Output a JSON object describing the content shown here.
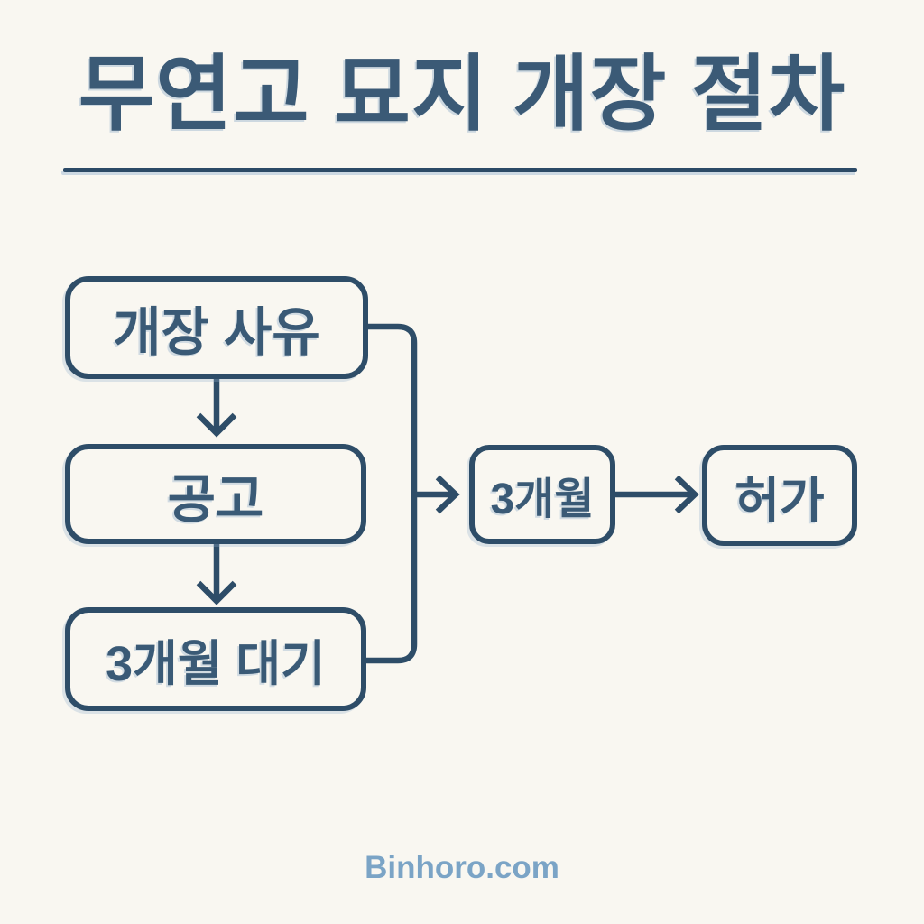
{
  "page": {
    "title": "무연고 묘지 개장 절차",
    "footer": "Binhoro.com"
  },
  "colors": {
    "background": "#f9f7f1",
    "stroke": "#2e4d68",
    "box_border": "#2e4d68",
    "box_text": "#3a5a76",
    "title_text": "#3b5a76",
    "underline": "#2c4a66",
    "footer_text": "#7ba4c6",
    "emboss_highlight": "#96b2cd"
  },
  "flowchart": {
    "nodes": [
      {
        "id": "open-reason",
        "label": "개장 사유"
      },
      {
        "id": "notice",
        "label": "공고"
      },
      {
        "id": "wait-3-months",
        "label": "3개월 대기"
      },
      {
        "id": "3-months",
        "label": "3개월"
      },
      {
        "id": "permit",
        "label": "허가"
      }
    ],
    "edges": [
      {
        "from": "open-reason",
        "to": "notice",
        "type": "arrow-down"
      },
      {
        "from": "notice",
        "to": "wait-3-months",
        "type": "arrow-down"
      },
      {
        "from": "open-reason",
        "to": "3-months",
        "type": "bracket-merge-then-arrow-right"
      },
      {
        "from": "wait-3-months",
        "to": "3-months",
        "type": "bracket-merge-then-arrow-right"
      },
      {
        "from": "3-months",
        "to": "permit",
        "type": "arrow-right"
      }
    ]
  }
}
